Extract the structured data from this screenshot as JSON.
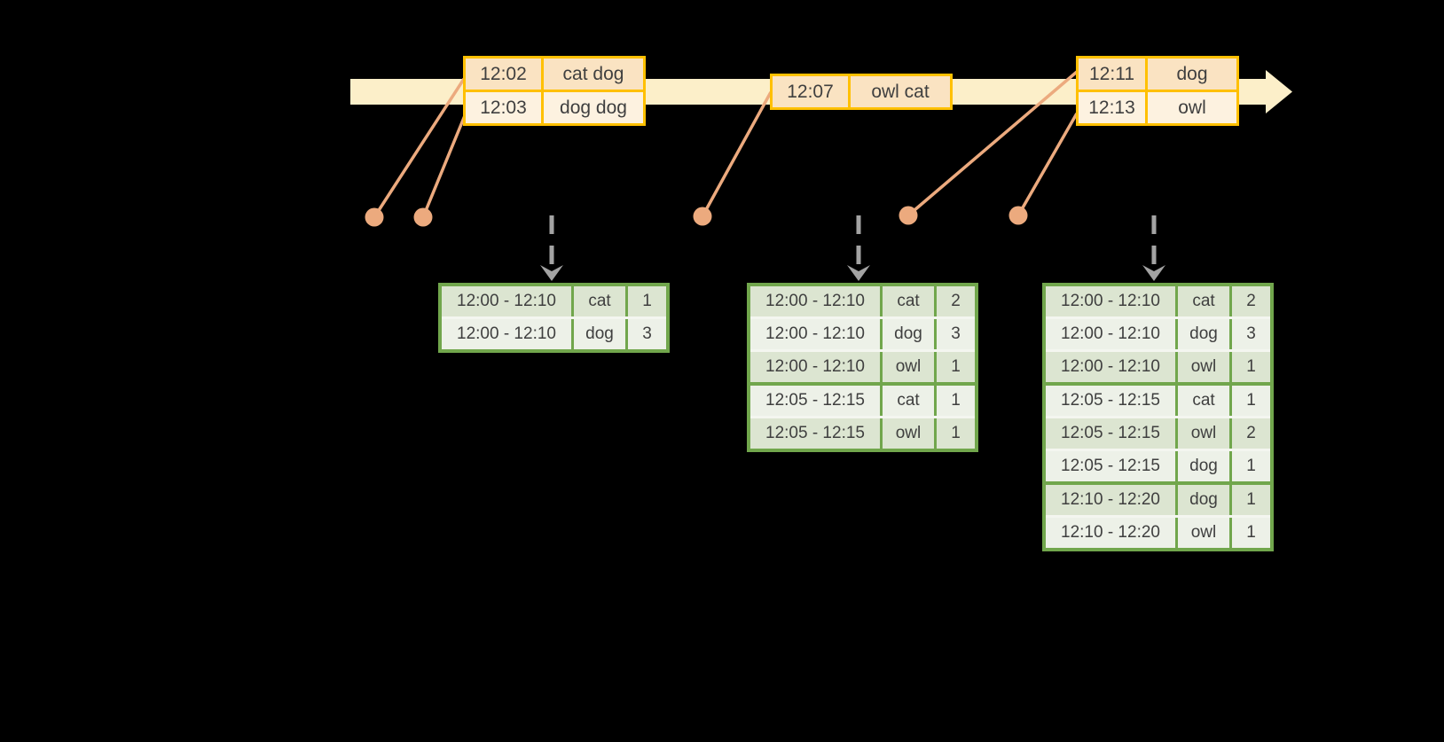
{
  "colors": {
    "background": "#000000",
    "timeline_fill": "#FCEFC9",
    "event_border": "#FFC000",
    "event_row_dark": "#FAE3C2",
    "event_row_light": "#FDF2E0",
    "connector": "#ECAA7E",
    "trigger_arrow": "#A3A3A3",
    "result_border": "#71A64C",
    "result_row_dark": "#DCE5D1",
    "result_row_light": "#EDF1E8",
    "result_separator": "#F4F6F0",
    "text": "#3F3F3F"
  },
  "event_tables": [
    {
      "rows": [
        {
          "time": "12:02",
          "words": "cat dog"
        },
        {
          "time": "12:03",
          "words": "dog dog"
        }
      ]
    },
    {
      "rows": [
        {
          "time": "12:07",
          "words": "owl cat"
        }
      ]
    },
    {
      "rows": [
        {
          "time": "12:11",
          "words": "dog"
        },
        {
          "time": "12:13",
          "words": "owl"
        }
      ]
    }
  ],
  "result_tables": [
    {
      "group_breaks": [],
      "rows": [
        {
          "window": "12:00 - 12:10",
          "word": "cat",
          "count": "1"
        },
        {
          "window": "12:00 - 12:10",
          "word": "dog",
          "count": "3"
        }
      ]
    },
    {
      "group_breaks": [
        3
      ],
      "rows": [
        {
          "window": "12:00 - 12:10",
          "word": "cat",
          "count": "2"
        },
        {
          "window": "12:00 - 12:10",
          "word": "dog",
          "count": "3"
        },
        {
          "window": "12:00 - 12:10",
          "word": "owl",
          "count": "1"
        },
        {
          "window": "12:05 - 12:15",
          "word": "cat",
          "count": "1"
        },
        {
          "window": "12:05 - 12:15",
          "word": "owl",
          "count": "1"
        }
      ]
    },
    {
      "group_breaks": [
        3,
        6
      ],
      "rows": [
        {
          "window": "12:00 - 12:10",
          "word": "cat",
          "count": "2"
        },
        {
          "window": "12:00 - 12:10",
          "word": "dog",
          "count": "3"
        },
        {
          "window": "12:00 - 12:10",
          "word": "owl",
          "count": "1"
        },
        {
          "window": "12:05 - 12:15",
          "word": "cat",
          "count": "1"
        },
        {
          "window": "12:05 - 12:15",
          "word": "owl",
          "count": "2"
        },
        {
          "window": "12:05 - 12:15",
          "word": "dog",
          "count": "1"
        },
        {
          "window": "12:10 - 12:20",
          "word": "dog",
          "count": "1"
        },
        {
          "window": "12:10 - 12:20",
          "word": "owl",
          "count": "1"
        }
      ]
    }
  ]
}
